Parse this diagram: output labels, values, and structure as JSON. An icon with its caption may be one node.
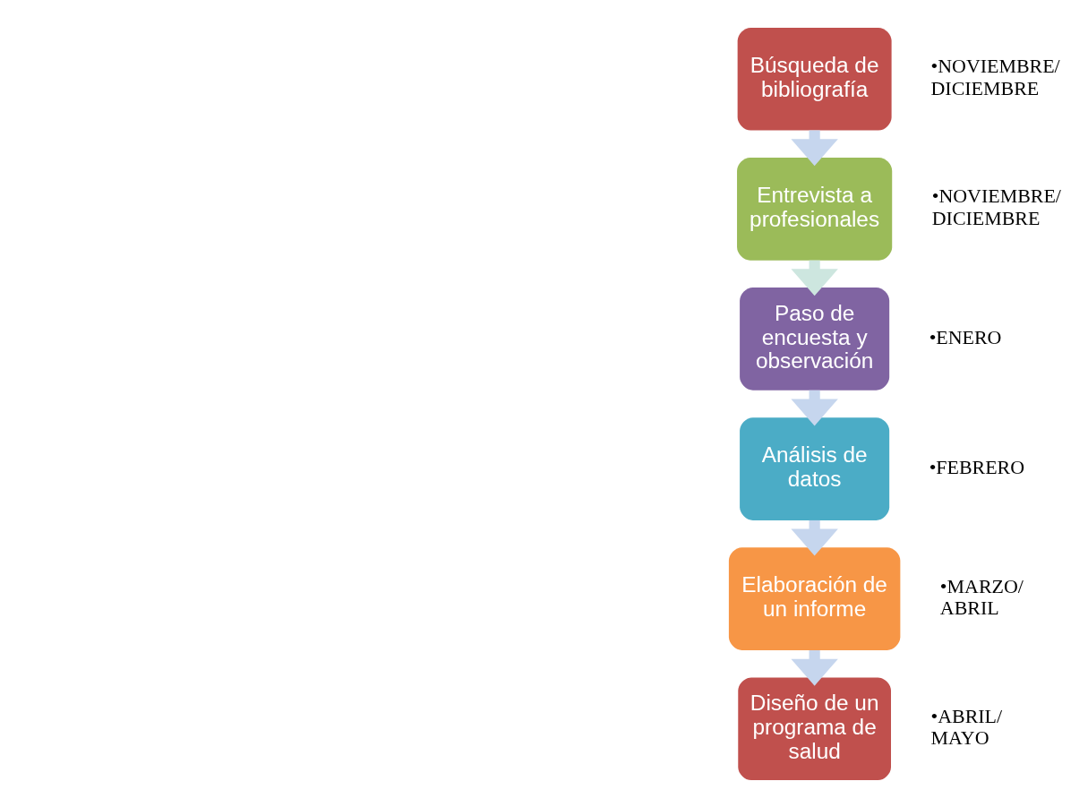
{
  "diagram": {
    "nodes": [
      {
        "text": [
          "Búsqueda de bibliografía"
        ],
        "beside": [
          "•NOVIEMBRE/ DICIEMBRE"
        ]
      },
      {
        "text": [
          "Entrevista a profesionales"
        ],
        "beside": [
          "•NOVIEMBRE/ DICIEMBRE"
        ]
      },
      {
        "text": [
          "Paso de encuesta y observación"
        ],
        "beside": [
          "•ENERO"
        ]
      },
      {
        "text": [
          "Análisis de datos"
        ],
        "beside": [
          "•FEBRERO"
        ]
      },
      {
        "text": [
          "Elaboración de un informe"
        ],
        "beside": [
          "•MARZO/ ABRIL"
        ]
      },
      {
        "text": [
          "Diseño de un programa de salud"
        ],
        "beside": [
          "•ABRIL/ MAYO"
        ]
      }
    ],
    "edges": [
      {
        "from": 0,
        "to": 1,
        "arrow": "to"
      },
      {
        "from": 1,
        "to": 2,
        "arrow": "to",
        "color": "#cde6df"
      },
      {
        "from": 2,
        "to": 3,
        "arrow": "to"
      },
      {
        "from": 3,
        "to": 4,
        "arrow": "to"
      },
      {
        "from": 4,
        "to": 5,
        "arrow": "to"
      }
    ]
  }
}
